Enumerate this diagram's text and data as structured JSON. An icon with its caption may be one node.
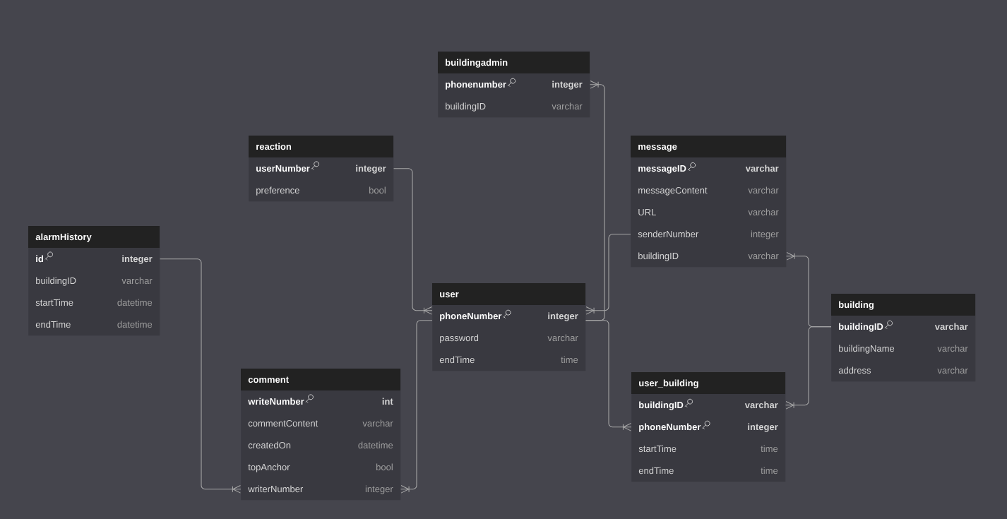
{
  "diagram": {
    "nodes": [
      {
        "text": [
          "buildingadmin"
        ]
      },
      {
        "text": [
          "phonenumber",
          "integer"
        ],
        "in": 0
      },
      {
        "text": [
          "buildingID",
          "varchar"
        ],
        "in": 0
      },
      {
        "text": [
          "reaction"
        ]
      },
      {
        "text": [
          "userNumber",
          "integer"
        ],
        "in": 3
      },
      {
        "text": [
          "preference",
          "bool"
        ],
        "in": 3
      },
      {
        "text": [
          "message"
        ]
      },
      {
        "text": [
          "messageID",
          "varchar"
        ],
        "in": 6
      },
      {
        "text": [
          "messageContent",
          "varchar"
        ],
        "in": 6
      },
      {
        "text": [
          "URL",
          "varchar"
        ],
        "in": 6
      },
      {
        "text": [
          "senderNumber",
          "integer"
        ],
        "in": 6
      },
      {
        "text": [
          "buildingID",
          "varchar"
        ],
        "in": 6
      },
      {
        "text": [
          "alarmHistory"
        ]
      },
      {
        "text": [
          "id",
          "integer"
        ],
        "in": 12
      },
      {
        "text": [
          "buildingID",
          "varchar"
        ],
        "in": 12
      },
      {
        "text": [
          "startTime",
          "datetime"
        ],
        "in": 12
      },
      {
        "text": [
          "endTime",
          "datetime"
        ],
        "in": 12
      },
      {
        "text": [
          "user"
        ]
      },
      {
        "text": [
          "phoneNumber",
          "integer"
        ],
        "in": 17
      },
      {
        "text": [
          "password",
          "varchar"
        ],
        "in": 17
      },
      {
        "text": [
          "endTime",
          "time"
        ],
        "in": 17
      },
      {
        "text": [
          "building"
        ]
      },
      {
        "text": [
          "buildingID",
          "varchar"
        ],
        "in": 21
      },
      {
        "text": [
          "buildingName",
          "varchar"
        ],
        "in": 21
      },
      {
        "text": [
          "address",
          "varchar"
        ],
        "in": 21
      },
      {
        "text": [
          "comment"
        ]
      },
      {
        "text": [
          "writeNumber",
          "int"
        ],
        "in": 25
      },
      {
        "text": [
          "commentContent",
          "varchar"
        ],
        "in": 25
      },
      {
        "text": [
          "createdOn",
          "datetime"
        ],
        "in": 25
      },
      {
        "text": [
          "topAnchor",
          "bool"
        ],
        "in": 25
      },
      {
        "text": [
          "writerNumber",
          "integer"
        ],
        "in": 25
      },
      {
        "text": [
          "user_building"
        ]
      },
      {
        "text": [
          "buildingID",
          "varchar"
        ],
        "in": 31
      },
      {
        "text": [
          "phoneNumber",
          "integer"
        ],
        "in": 31
      },
      {
        "text": [
          "startTime",
          "time"
        ],
        "in": 31
      },
      {
        "text": [
          "endTime",
          "time"
        ],
        "in": 31
      }
    ],
    "edges": [
      {
        "from": 4,
        "to": 18,
        "arrow": "other"
      },
      {
        "from": 18,
        "to": 1,
        "arrow": "other"
      },
      {
        "from": 10,
        "to": 18,
        "arrow": "other"
      },
      {
        "from": 18,
        "to": 33,
        "arrow": "other"
      },
      {
        "from": 18,
        "to": 30,
        "arrow": "other"
      },
      {
        "from": 13,
        "to": 30,
        "arrow": "other"
      },
      {
        "from": 22,
        "to": 11,
        "arrow": "other"
      },
      {
        "from": 22,
        "to": 32,
        "arrow": "other"
      }
    ]
  }
}
